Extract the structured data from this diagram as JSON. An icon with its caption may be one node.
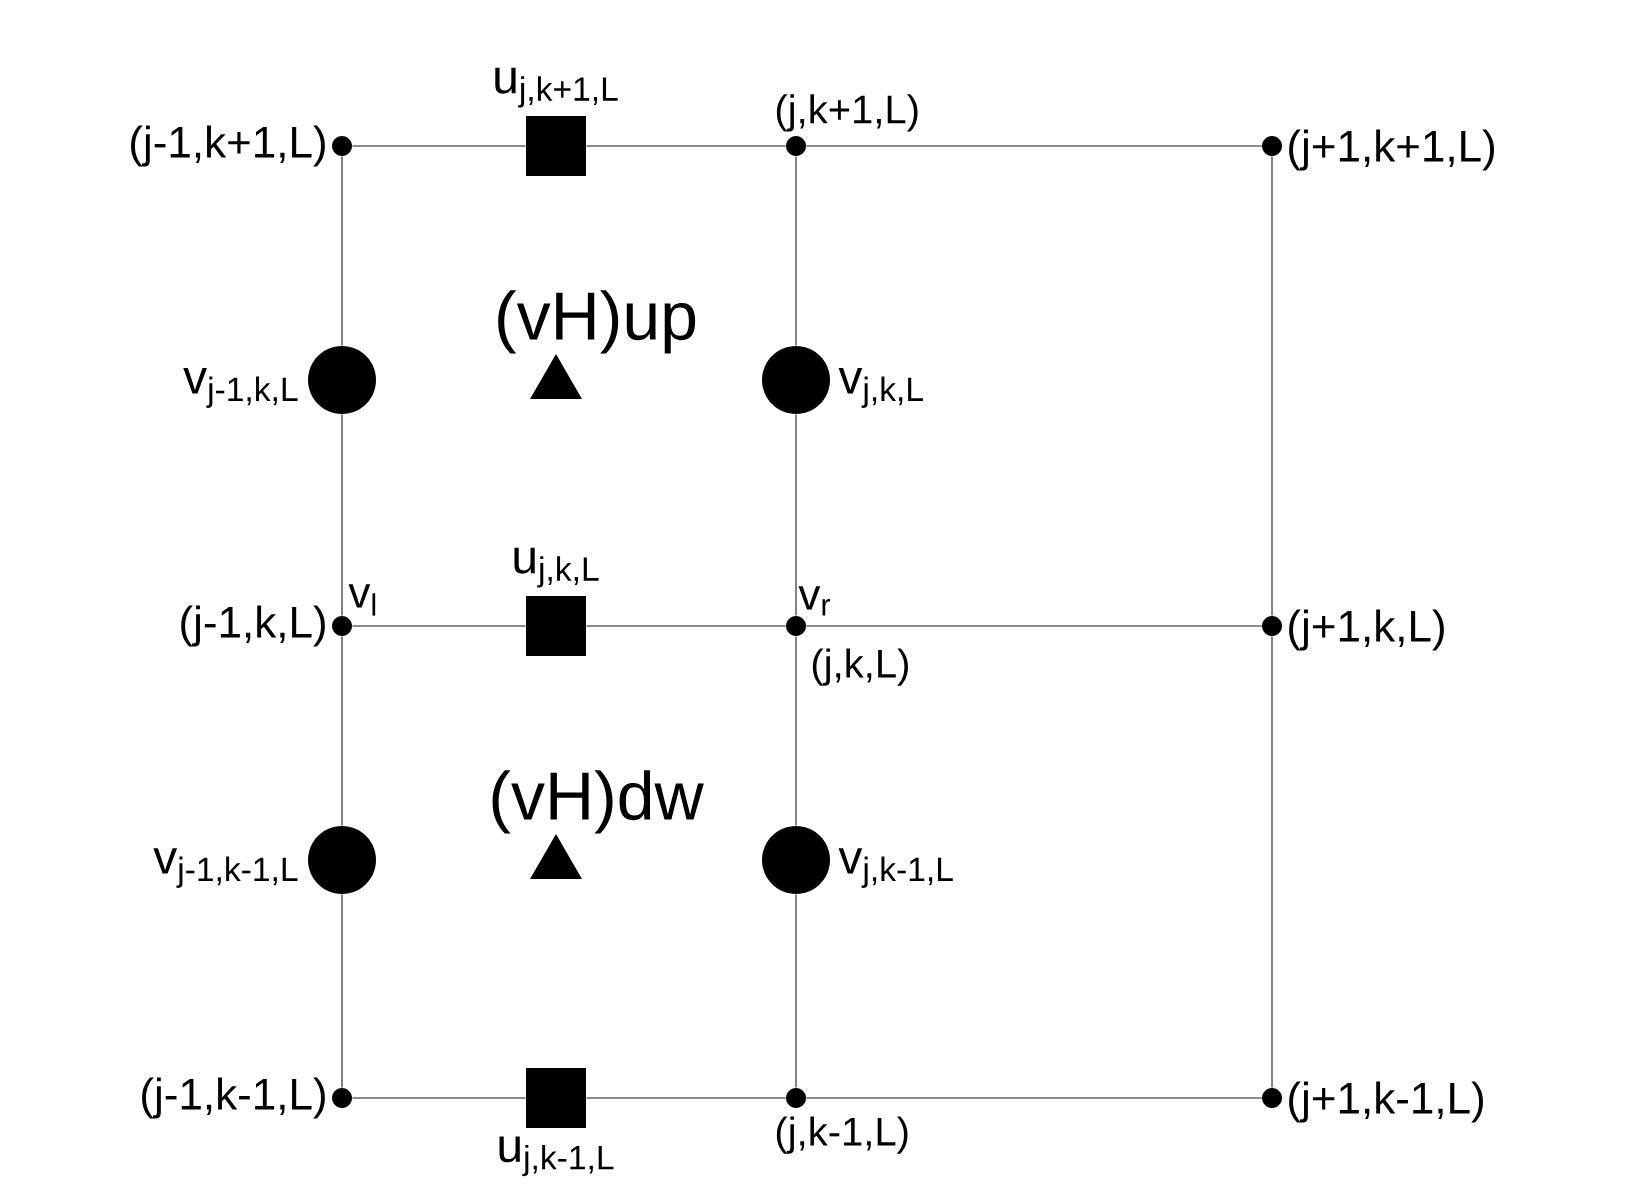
{
  "diagram": {
    "nodes": [
      {
        "text": [],
        "shape": "circle",
        "beside": [
          "(j-1,k+1,L)"
        ]
      },
      {
        "text": [],
        "shape": "box",
        "beside": [
          "u$_{j,k+1,L}$"
        ]
      },
      {
        "text": [],
        "shape": "circle",
        "beside": [
          "(j,k+1,L)"
        ]
      },
      {
        "text": [],
        "shape": "circle",
        "beside": [
          "(j+1,k+1,L)"
        ]
      },
      {
        "text": [],
        "shape": "circle",
        "beside": [
          "v$_{j-1,k,L}$"
        ]
      },
      {
        "text": [],
        "shape": "triangle",
        "beside": [
          "(vH)up"
        ]
      },
      {
        "text": [],
        "shape": "circle",
        "beside": [
          "v$_{j,k,L}$"
        ]
      },
      {
        "text": [],
        "shape": "circle",
        "beside": [
          "(j-1,k,L)",
          "v$_{l}$"
        ]
      },
      {
        "text": [],
        "shape": "box",
        "beside": [
          "u$_{j,k,L}$"
        ]
      },
      {
        "text": [],
        "shape": "circle",
        "beside": [
          "v$_{r}$",
          "(j,k,L)"
        ]
      },
      {
        "text": [],
        "shape": "circle",
        "beside": [
          "(j+1,k,L)"
        ]
      },
      {
        "text": [],
        "shape": "circle",
        "beside": [
          "v$_{j-1,k-1,L}$"
        ]
      },
      {
        "text": [],
        "shape": "triangle",
        "beside": [
          "(vH)dw"
        ]
      },
      {
        "text": [],
        "shape": "circle",
        "beside": [
          "v$_{j,k-1,L}$"
        ]
      },
      {
        "text": [],
        "shape": "circle",
        "beside": [
          "(j-1,k-1,L)"
        ]
      },
      {
        "text": [],
        "shape": "box",
        "beside": [
          "u$_{j,k-1,L}$"
        ]
      },
      {
        "text": [],
        "shape": "circle",
        "beside": [
          "(j,k-1,L)"
        ]
      },
      {
        "text": [],
        "shape": "circle",
        "beside": [
          "(j+1,k-1,L)"
        ]
      }
    ],
    "edges": [
      {
        "from": 0,
        "to": 1,
        "arrow": "none"
      },
      {
        "from": 1,
        "to": 2,
        "arrow": "none"
      },
      {
        "from": 2,
        "to": 3,
        "arrow": "none"
      },
      {
        "from": 7,
        "to": 8,
        "arrow": "none"
      },
      {
        "from": 8,
        "to": 9,
        "arrow": "none"
      },
      {
        "from": 9,
        "to": 10,
        "arrow": "none"
      },
      {
        "from": 14,
        "to": 15,
        "arrow": "none"
      },
      {
        "from": 15,
        "to": 16,
        "arrow": "none"
      },
      {
        "from": 16,
        "to": 17,
        "arrow": "none"
      },
      {
        "from": 0,
        "to": 4,
        "arrow": "none"
      },
      {
        "from": 4,
        "to": 7,
        "arrow": "none"
      },
      {
        "from": 7,
        "to": 11,
        "arrow": "none"
      },
      {
        "from": 11,
        "to": 14,
        "arrow": "none"
      },
      {
        "from": 2,
        "to": 6,
        "arrow": "none"
      },
      {
        "from": 6,
        "to": 9,
        "arrow": "none"
      },
      {
        "from": 9,
        "to": 13,
        "arrow": "none"
      },
      {
        "from": 13,
        "to": 16,
        "arrow": "none"
      },
      {
        "from": 3,
        "to": 10,
        "arrow": "none"
      },
      {
        "from": 10,
        "to": 17,
        "arrow": "none"
      }
    ]
  }
}
